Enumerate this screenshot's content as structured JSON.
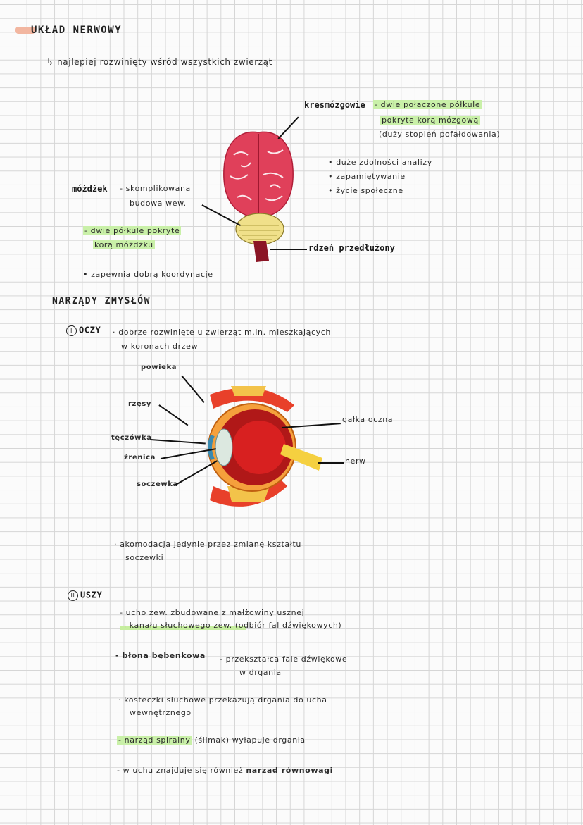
{
  "title": "UKŁAD NERWOWY",
  "intro": "najlepiej rozwinięty wśród wszystkich zwierząt",
  "brain": {
    "kresomozgowie_label": "kresmózgowie",
    "kresomozgowie_desc1": "- dwie połączone półkule",
    "kresomozgowie_desc2": "pokryte korą mózgową",
    "kresomozgowie_desc3": "(duży stopień pofałdowania)",
    "bullets": [
      "duże zdolności analizy",
      "zapamiętywanie",
      "życie społeczne"
    ],
    "mozdzek_label": "móżdżek",
    "mozdzek_desc1": "- skomplikowana",
    "mozdzek_desc2": "budowa wew.",
    "mozdzek_sub1": "- dwie półkule pokryte",
    "mozdzek_sub2": "korą móżdżku",
    "mozdzek_bullet": "zapewnia dobrą koordynację",
    "rdzen_label": "rdzeń przedłużony"
  },
  "senses_title": "NARZĄDY ZMYSŁÓW",
  "eyes": {
    "num": "I",
    "label": "OCZY",
    "desc1": "· dobrze rozwinięte u zwierząt m.in. mieszkających",
    "desc2": "w koronach drzew",
    "labels": {
      "powieka": "powieka",
      "rzesy": "rzęsy",
      "teczowka": "tęczówka",
      "zrenica": "źrenica",
      "soczewka": "soczewka",
      "galka": "gałka oczna",
      "nerw": "nerw"
    },
    "note1": "· akomodacja jedynie przez zmianę kształtu",
    "note2": "soczewki"
  },
  "ears": {
    "num": "II",
    "label": "USZY",
    "item1a": "- ucho zew. zbudowane z małżowiny usznej",
    "item1b": "i kanału słuchowego zew. (odbiór fal dźwiękowych)",
    "item2_term": "- błona bębenkowa",
    "item2_desc1": "- przekształca fale dźwiękowe",
    "item2_desc2": "w drgania",
    "item3a": "· kosteczki słuchowe przekazują drgania do ucha",
    "item3b": "wewnętrznego",
    "item4_term": "- narząd spiralny",
    "item4_rest": "(ślimak) wyłapuje drgania",
    "item5_pre": "- w uchu znajduje się również",
    "item5_term": "narząd równowagi"
  },
  "colors": {
    "highlight": "#c6ee9f",
    "marker": "#f2b6a0",
    "brain": "#e0405a",
    "cerebellum": "#f0e08a",
    "brainstem": "#8a1525"
  }
}
